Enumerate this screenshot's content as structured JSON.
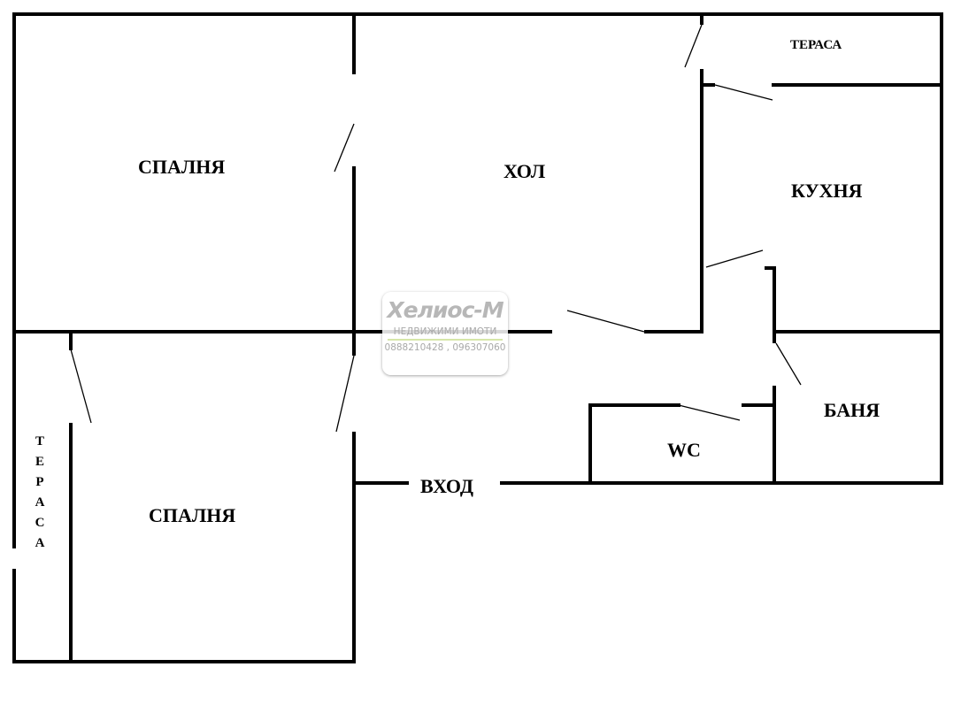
{
  "rooms": {
    "bedroom_top": "СПАЛНЯ",
    "hall": "ХОЛ",
    "terrace_top": "ТЕРАСА",
    "kitchen": "КУХНЯ",
    "bedroom_bottom": "СПАЛНЯ",
    "terrace_left": "ТЕРАСА",
    "bathroom": "БАНЯ",
    "wc": "WC",
    "entrance": "ВХОД"
  },
  "watermark": {
    "brand": "Хелиос-М",
    "subtitle": "НЕДВИЖИМИ ИМОТИ",
    "phones": "0888210428 , 096307060"
  }
}
